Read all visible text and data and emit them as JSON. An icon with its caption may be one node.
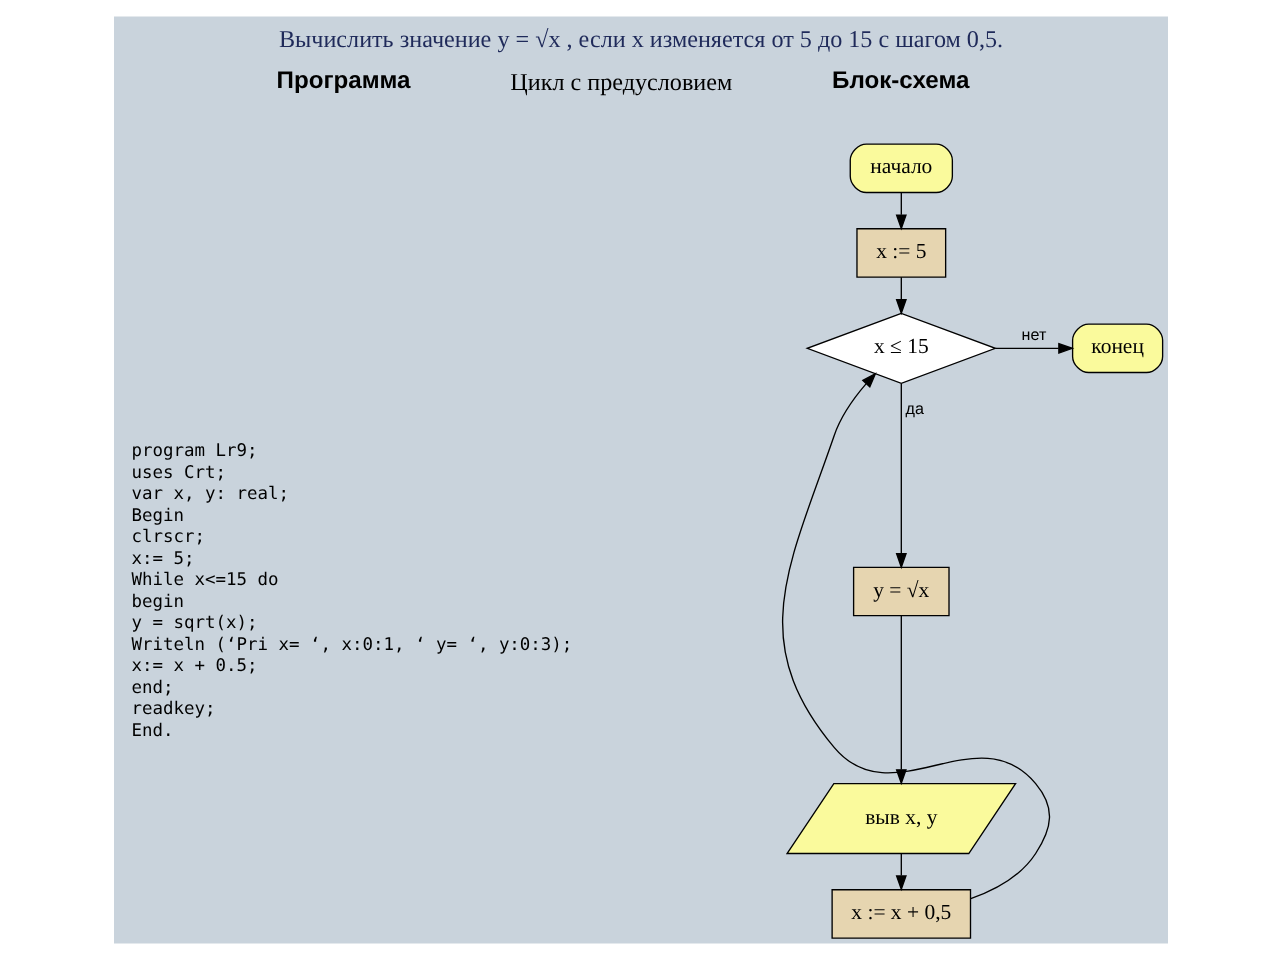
{
  "diagram": {
    "title": "Вычислить значение y = √x , если x изменяется от 5 до 15 с шагом 0,5.",
    "nodes": [
      {
        "text": [
          "начало"
        ]
      },
      {
        "text": [
          "x := 5"
        ]
      },
      {
        "text": [
          "x ≤ 15"
        ]
      },
      {
        "text": [
          "конец"
        ]
      },
      {
        "text": [
          "y = √x"
        ]
      },
      {
        "text": [
          "выв x, y"
        ]
      },
      {
        "text": [
          "x := x + 0,5"
        ]
      }
    ],
    "edges": [
      {
        "from": 0,
        "to": 1,
        "arrow": "to"
      },
      {
        "from": 1,
        "to": 2,
        "arrow": "to"
      },
      {
        "from": 2,
        "to": 3,
        "arrow": "to",
        "label": "нет"
      },
      {
        "from": 2,
        "to": 4,
        "arrow": "to",
        "label": "да"
      },
      {
        "from": 4,
        "to": 5,
        "arrow": "to"
      },
      {
        "from": 5,
        "to": 6,
        "arrow": "to"
      },
      {
        "from": 6,
        "to": 2,
        "arrow": "to"
      }
    ],
    "labels": [
      "Цикл с предусловием",
      "Блок-схема",
      "Программа",
      "program Lr9;",
      "uses Crt;",
      "var x, y: real;",
      "Begin",
      "clrscr;",
      "x:= 5;",
      "While x<=15 do",
      "begin",
      "y = sqrt(x);",
      "Writeln (‘Pri x= ‘, x:0:1, ‘ y= ‘, y:0:3);",
      "x:= x + 0.5;",
      "end;",
      "readkey;",
      "End."
    ]
  }
}
